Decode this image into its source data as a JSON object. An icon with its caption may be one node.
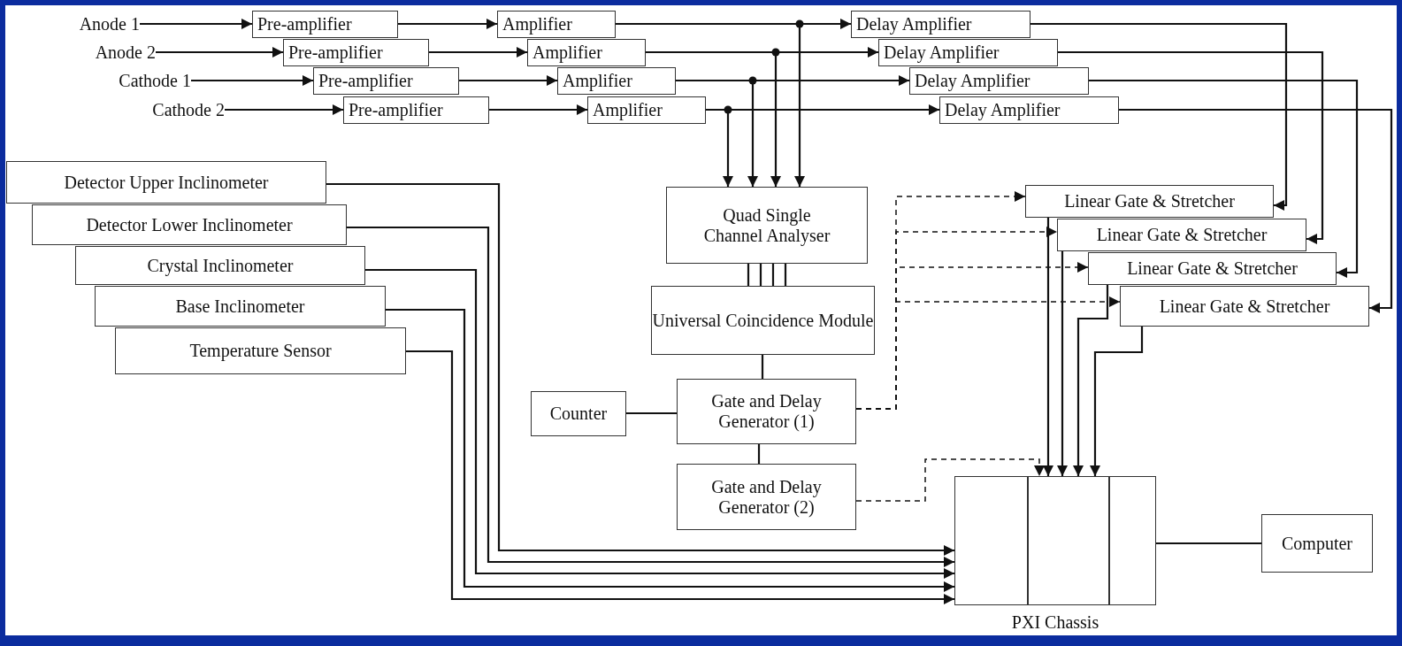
{
  "diagram": {
    "nodes": [
      {
        "text": [
          "Anode 1"
        ]
      },
      {
        "text": [
          "Anode 2"
        ]
      },
      {
        "text": [
          "Cathode 1"
        ]
      },
      {
        "text": [
          "Cathode 2"
        ]
      },
      {
        "text": [
          "Pre-amplifier"
        ]
      },
      {
        "text": [
          "Pre-amplifier"
        ]
      },
      {
        "text": [
          "Pre-amplifier"
        ]
      },
      {
        "text": [
          "Pre-amplifier"
        ]
      },
      {
        "text": [
          "Amplifier"
        ]
      },
      {
        "text": [
          "Amplifier"
        ]
      },
      {
        "text": [
          "Amplifier"
        ]
      },
      {
        "text": [
          "Amplifier"
        ]
      },
      {
        "text": [
          "Delay Amplifier"
        ]
      },
      {
        "text": [
          "Delay Amplifier"
        ]
      },
      {
        "text": [
          "Delay Amplifier"
        ]
      },
      {
        "text": [
          "Delay Amplifier"
        ]
      },
      {
        "text": [
          "Detector Upper Inclinometer"
        ]
      },
      {
        "text": [
          "Detector Lower Inclinometer"
        ]
      },
      {
        "text": [
          "Crystal Inclinometer"
        ]
      },
      {
        "text": [
          "Base Inclinometer"
        ]
      },
      {
        "text": [
          "Temperature Sensor"
        ]
      },
      {
        "text": [
          "Quad Single Channel Analyser"
        ]
      },
      {
        "text": [
          "Universal Coincidence Module"
        ]
      },
      {
        "text": [
          "Counter"
        ]
      },
      {
        "text": [
          "Gate and Delay Generator (1)"
        ]
      },
      {
        "text": [
          "Gate and Delay Generator (2)"
        ]
      },
      {
        "text": [
          "Linear Gate & Stretcher"
        ]
      },
      {
        "text": [
          "Linear Gate & Stretcher"
        ]
      },
      {
        "text": [
          "Linear Gate & Stretcher"
        ]
      },
      {
        "text": [
          "Linear Gate & Stretcher"
        ]
      },
      {
        "text": [
          "PXI Chassis"
        ]
      },
      {
        "text": [],
        "shape": "box",
        "in": 30
      },
      {
        "text": [],
        "shape": "box",
        "in": 30
      },
      {
        "text": [],
        "shape": "box",
        "in": 30
      },
      {
        "text": [
          "Computer"
        ]
      }
    ],
    "edges": [
      {
        "from": 0,
        "to": 4,
        "arrow": "to"
      },
      {
        "from": 1,
        "to": 5,
        "arrow": "to"
      },
      {
        "from": 2,
        "to": 6,
        "arrow": "to"
      },
      {
        "from": 3,
        "to": 7,
        "arrow": "to"
      },
      {
        "from": 4,
        "to": 8,
        "arrow": "to"
      },
      {
        "from": 5,
        "to": 9,
        "arrow": "to"
      },
      {
        "from": 6,
        "to": 10,
        "arrow": "to"
      },
      {
        "from": 7,
        "to": 11,
        "arrow": "to"
      },
      {
        "from": 8,
        "to": 12,
        "arrow": "to"
      },
      {
        "from": 9,
        "to": 13,
        "arrow": "to"
      },
      {
        "from": 10,
        "to": 14,
        "arrow": "to"
      },
      {
        "from": 11,
        "to": 15,
        "arrow": "to"
      },
      {
        "from": 8,
        "to": 21,
        "arrow": "to"
      },
      {
        "from": 9,
        "to": 21,
        "arrow": "to"
      },
      {
        "from": 10,
        "to": 21,
        "arrow": "to"
      },
      {
        "from": 11,
        "to": 21,
        "arrow": "to"
      },
      {
        "from": 12,
        "to": 26,
        "arrow": "to"
      },
      {
        "from": 13,
        "to": 27,
        "arrow": "to"
      },
      {
        "from": 14,
        "to": 28,
        "arrow": "to"
      },
      {
        "from": 15,
        "to": 29,
        "arrow": "to"
      },
      {
        "from": 21,
        "to": 22,
        "arrow": "none"
      },
      {
        "from": 21,
        "to": 22,
        "arrow": "none"
      },
      {
        "from": 21,
        "to": 22,
        "arrow": "none"
      },
      {
        "from": 21,
        "to": 22,
        "arrow": "none"
      },
      {
        "from": 22,
        "to": 24,
        "arrow": "none"
      },
      {
        "from": 23,
        "to": 24,
        "arrow": "none"
      },
      {
        "from": 24,
        "to": 25,
        "arrow": "none"
      },
      {
        "from": 24,
        "to": 26,
        "arrow": "to",
        "style": "dashed"
      },
      {
        "from": 24,
        "to": 27,
        "arrow": "to",
        "style": "dashed"
      },
      {
        "from": 24,
        "to": 28,
        "arrow": "to",
        "style": "dashed"
      },
      {
        "from": 24,
        "to": 29,
        "arrow": "to",
        "style": "dashed"
      },
      {
        "from": 25,
        "to": 32,
        "arrow": "to",
        "style": "dashed"
      },
      {
        "from": 16,
        "to": 31,
        "arrow": "to"
      },
      {
        "from": 17,
        "to": 31,
        "arrow": "to"
      },
      {
        "from": 18,
        "to": 31,
        "arrow": "to"
      },
      {
        "from": 19,
        "to": 31,
        "arrow": "to"
      },
      {
        "from": 20,
        "to": 31,
        "arrow": "to"
      },
      {
        "from": 26,
        "to": 32,
        "arrow": "to"
      },
      {
        "from": 27,
        "to": 32,
        "arrow": "to"
      },
      {
        "from": 28,
        "to": 32,
        "arrow": "to"
      },
      {
        "from": 29,
        "to": 32,
        "arrow": "to"
      },
      {
        "from": 33,
        "to": 34,
        "arrow": "none"
      }
    ]
  }
}
